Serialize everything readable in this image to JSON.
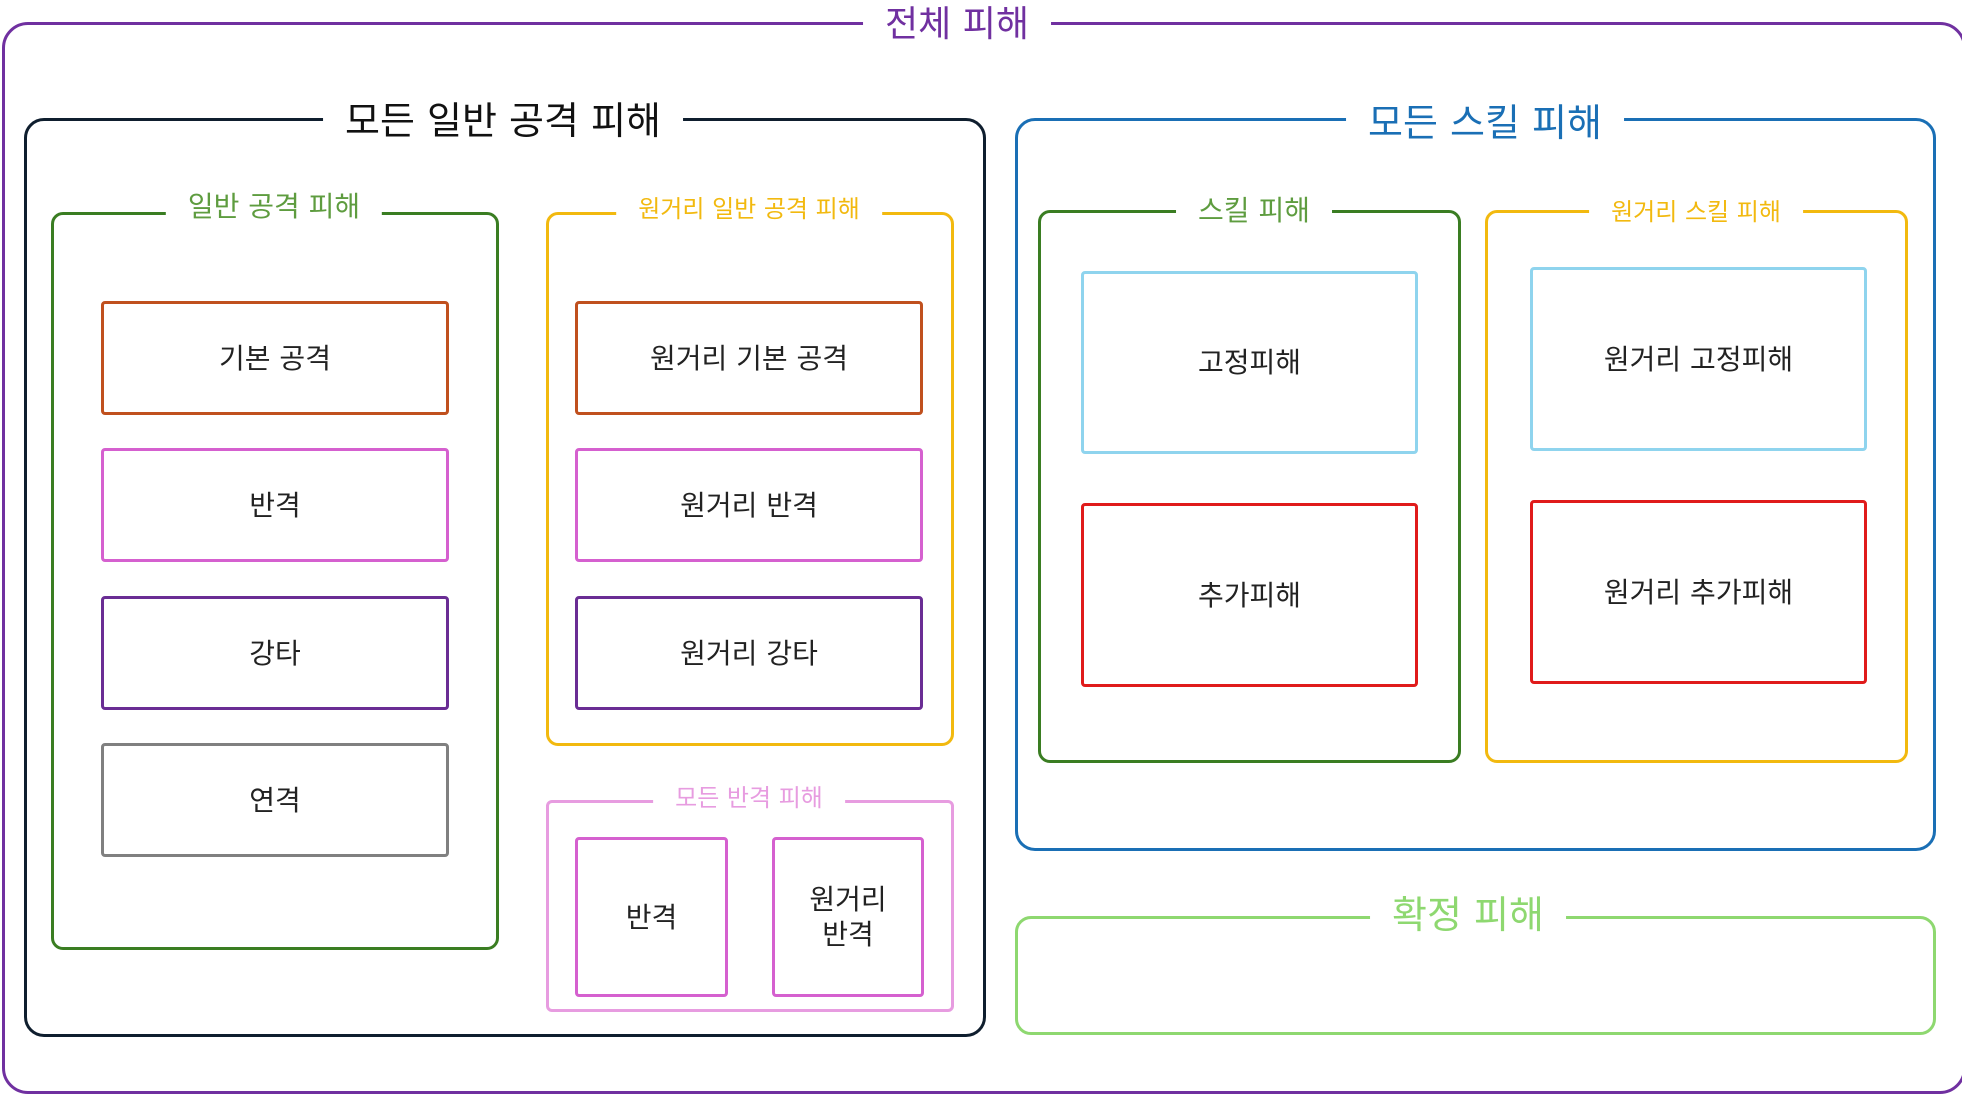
{
  "colors": {
    "total": "#7030a0",
    "normal_all": "#0f1e2e",
    "skill_all": "#1a6fb5",
    "normal": "#3a7d22",
    "ranged": "#f2b90f",
    "counter_all": "#e79ce0",
    "skill": "#3a7d22",
    "fixed": "#8fd4ee",
    "extra": "#e01b1b",
    "confirmed": "#8ed870",
    "base_attack": "#c0501e",
    "counter": "#d560cf",
    "smash": "#6a2d94",
    "combo": "#808080"
  },
  "diagram": {
    "total": {
      "title": "전체 피해"
    },
    "normal_all": {
      "title": "모든 일반 공격 피해"
    },
    "normal": {
      "title": "일반 공격 피해",
      "items": [
        "기본 공격",
        "반격",
        "강타",
        "연격"
      ]
    },
    "ranged_normal": {
      "title": "원거리 일반 공격 피해",
      "items": [
        "원거리 기본 공격",
        "원거리 반격",
        "원거리 강타"
      ]
    },
    "counter_all": {
      "title": "모든 반격 피해",
      "items": [
        "반격",
        "원거리\n반격"
      ]
    },
    "skill_all": {
      "title": "모든 스킬 피해"
    },
    "skill": {
      "title": "스킬 피해",
      "items": [
        "고정피해",
        "추가피해"
      ]
    },
    "ranged_skill": {
      "title": "원거리 스킬 피해",
      "items": [
        "원거리 고정피해",
        "원거리 추가피해"
      ]
    },
    "confirmed": {
      "title": "확정 피해"
    }
  }
}
